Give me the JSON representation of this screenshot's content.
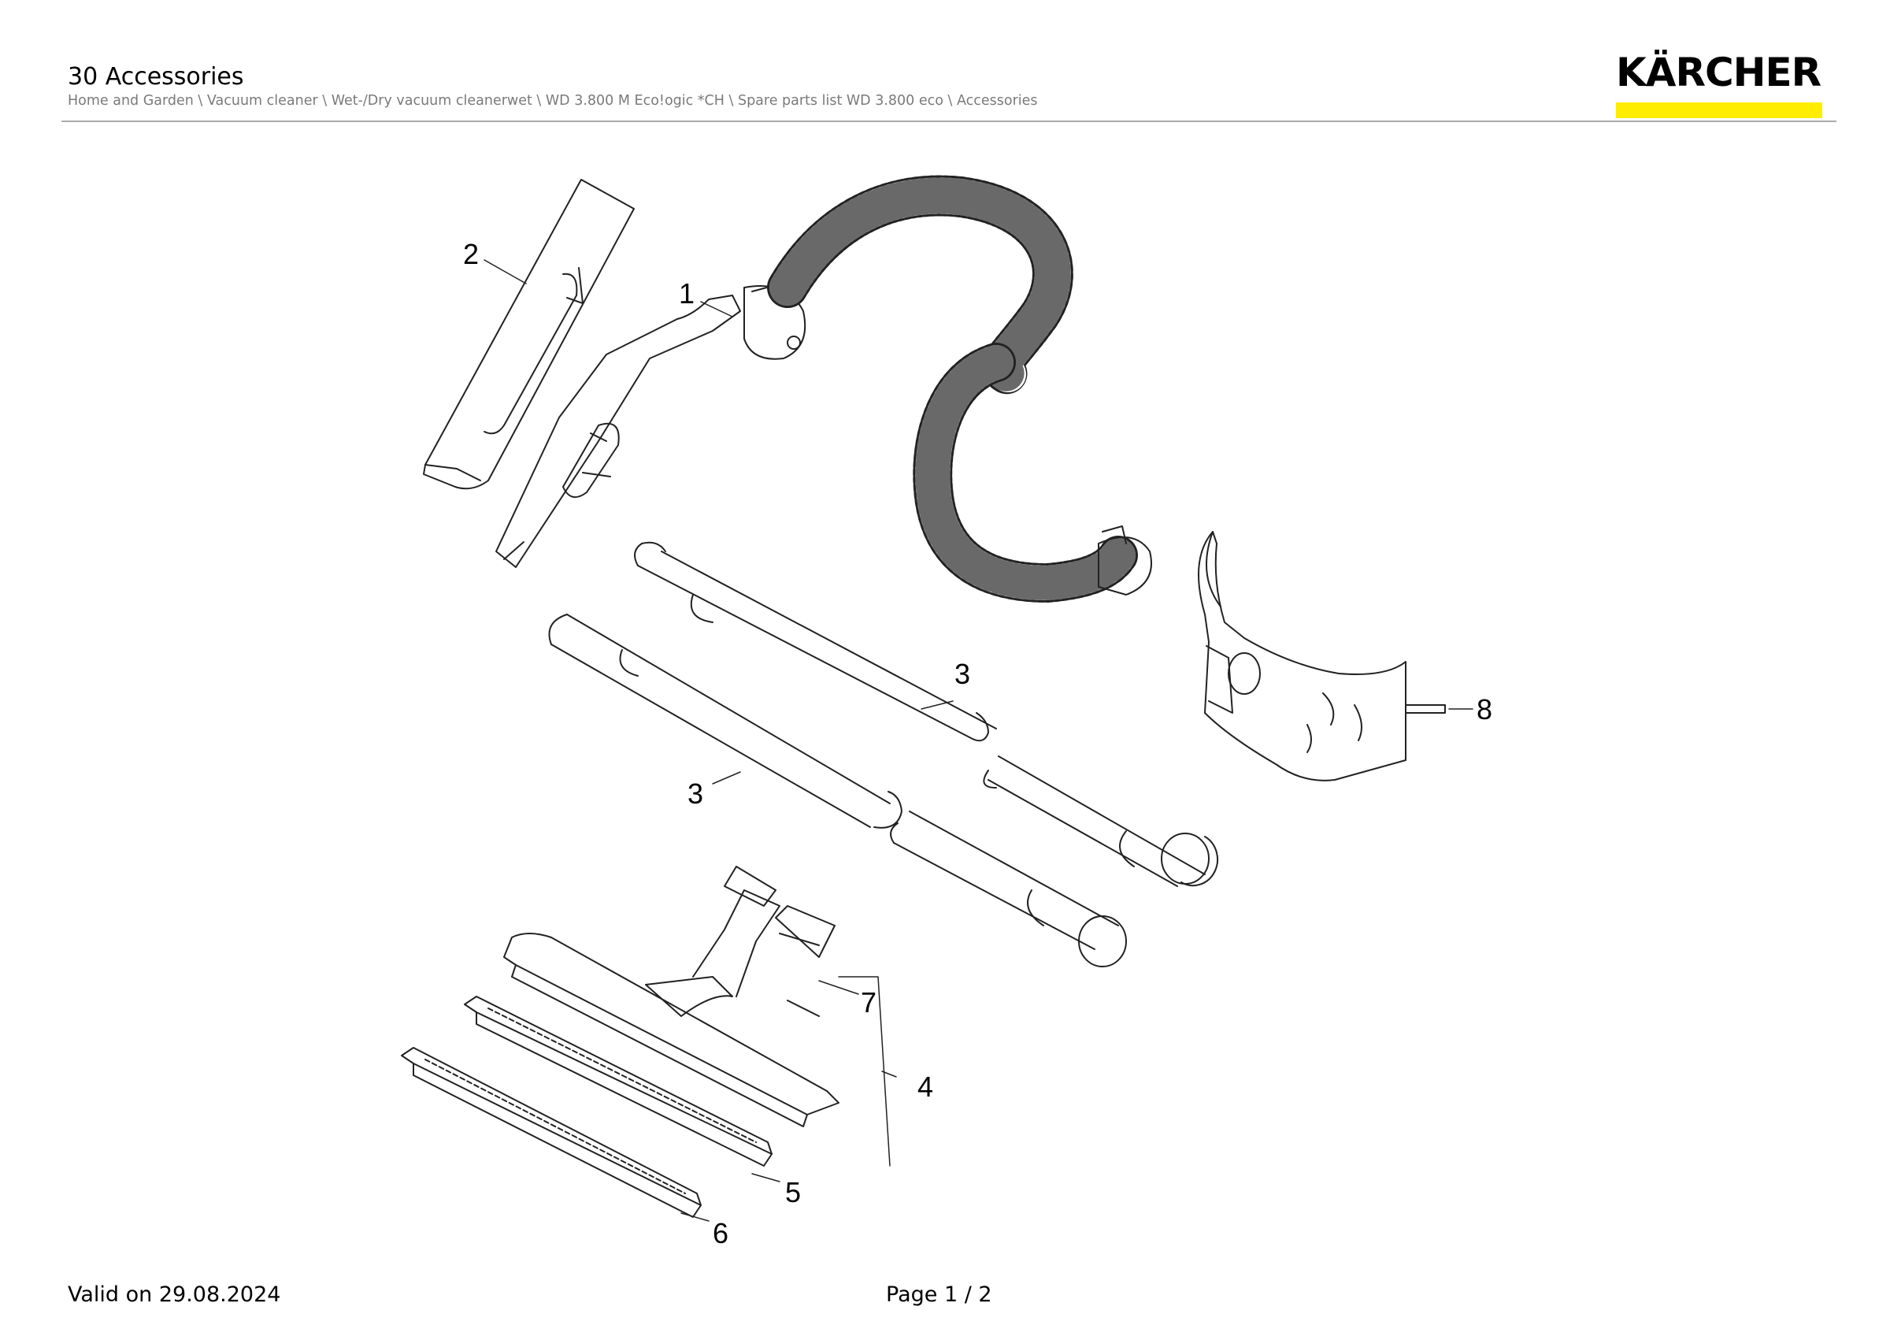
{
  "header": {
    "title": "30 Accessories",
    "breadcrumb": "Home and Garden \\ Vacuum cleaner \\ Wet-/Dry vacuum cleanerwet \\ WD 3.800 M Eco!ogic *CH \\ Spare parts list WD 3.800 eco \\ Accessories",
    "brand": "KÄRCHER",
    "brand_color": "#ffed00"
  },
  "diagram": {
    "callouts": [
      "1",
      "2",
      "3",
      "3",
      "4",
      "5",
      "6",
      "7",
      "8"
    ]
  },
  "footer": {
    "valid": "Valid on 29.08.2024",
    "page": "Page 1 / 2"
  }
}
